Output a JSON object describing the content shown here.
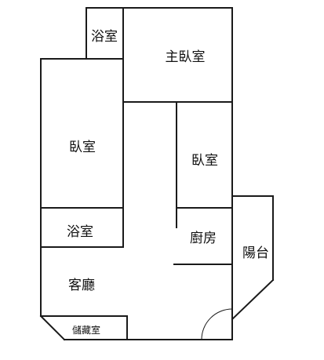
{
  "floor_plan": {
    "rooms": {
      "bath_top": "浴室",
      "master_bedroom": "主臥室",
      "bedroom_left": "臥室",
      "bedroom_right": "臥室",
      "bath_middle": "浴室",
      "kitchen": "廚房",
      "balcony": "陽台",
      "living_room": "客廳",
      "storage": "儲藏室"
    }
  }
}
